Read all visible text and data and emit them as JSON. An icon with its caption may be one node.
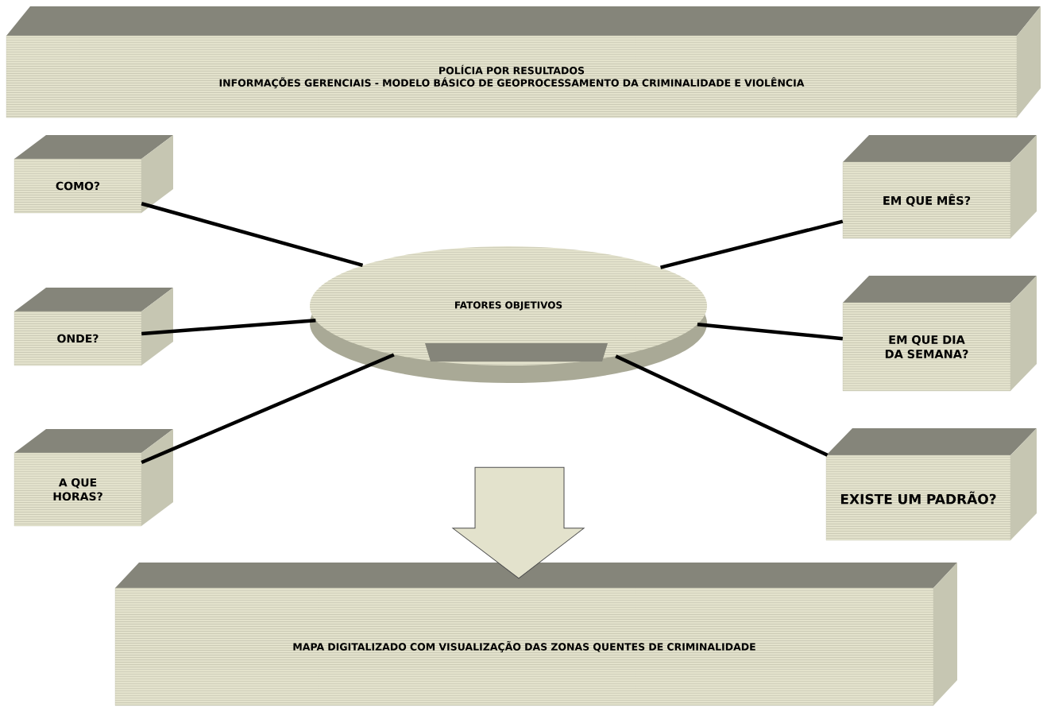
{
  "diagram": {
    "nodes": [
      {
        "text": [
          "POLÍCIA POR RESULTADOS",
          "INFORMAÇÕES GERENCIAIS - MODELO BÁSICO DE GEOPROCESSAMENTO DA CRIMINALIDADE E VIOLÊNCIA"
        ]
      },
      {
        "text": [
          "COMO?"
        ]
      },
      {
        "text": [
          "ONDE?"
        ]
      },
      {
        "text": [
          "A QUE HORAS?"
        ]
      },
      {
        "text": [
          "FATORES OBJETIVOS"
        ]
      },
      {
        "text": [
          "EM QUE MÊS?"
        ]
      },
      {
        "text": [
          "EM QUE DIA DA SEMANA?"
        ]
      },
      {
        "text": [
          "EXISTE UM PADRÃO?"
        ]
      },
      {
        "text": [
          "MAPA DIGITALIZADO COM VISUALIZAÇÃO DAS ZONAS QUENTES DE CRIMINALIDADE"
        ]
      }
    ],
    "edges": [
      {
        "from": 1,
        "to": 4,
        "arrow": "none"
      },
      {
        "from": 2,
        "to": 4,
        "arrow": "none"
      },
      {
        "from": 3,
        "to": 4,
        "arrow": "none"
      },
      {
        "from": 5,
        "to": 4,
        "arrow": "none"
      },
      {
        "from": 6,
        "to": 4,
        "arrow": "none"
      },
      {
        "from": 7,
        "to": 4,
        "arrow": "none"
      },
      {
        "from": 4,
        "to": 8,
        "arrow": "to"
      }
    ]
  }
}
